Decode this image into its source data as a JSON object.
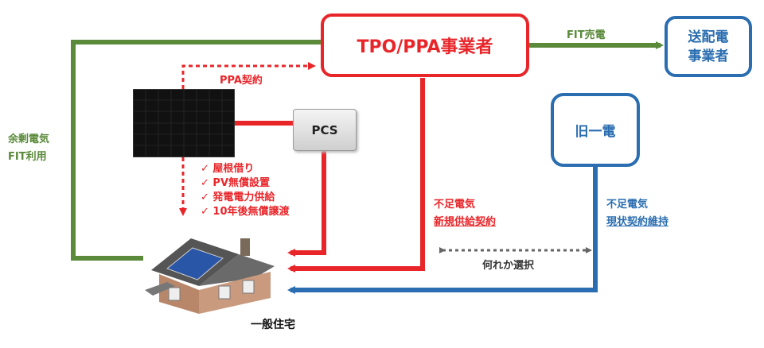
{
  "nodes": {
    "tpo_ppa": "TPO/PPA事業者",
    "transmission": [
      "送配電",
      "事業者"
    ],
    "legacy_utility": "旧一電",
    "pcs": "PCS",
    "house": "一般住宅"
  },
  "labels": {
    "ppa_contract": "PPA契約",
    "fit_sale": "FIT売電",
    "surplus": [
      "余剰電気",
      "FIT利用"
    ],
    "shortage_new": [
      "不足電気",
      "新規供給契約"
    ],
    "shortage_keep": [
      "不足電気",
      "現状契約維持"
    ],
    "either_choice": "何れか選択"
  },
  "checklist": [
    "屋根借り",
    "PV無償設置",
    "発電電力供給",
    "10年後無償譲渡"
  ],
  "colors": {
    "red": "#e8262a",
    "green": "#5a8a3a",
    "blue": "#2a6db0",
    "gray": "#666666"
  }
}
